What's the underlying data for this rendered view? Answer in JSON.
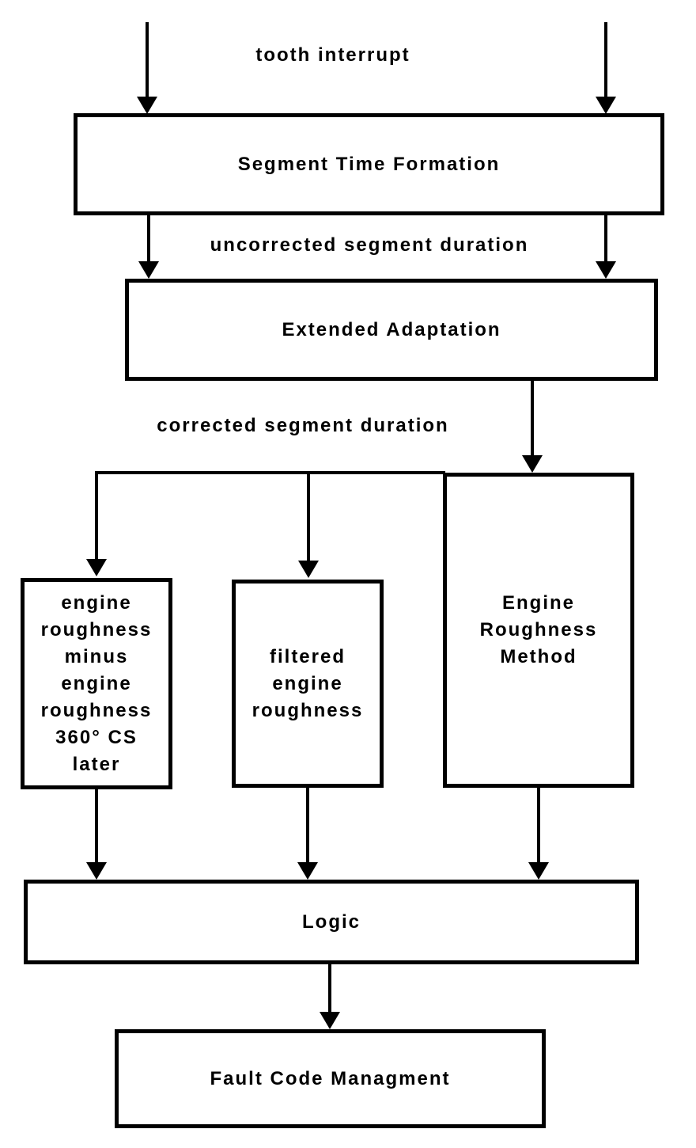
{
  "diagram": {
    "labels": {
      "tooth_interrupt": "tooth interrupt",
      "uncorrected_segment_duration": "uncorrected segment duration",
      "corrected_segment_duration": "corrected segment duration"
    },
    "nodes": {
      "segment_time_formation": "Segment Time Formation",
      "extended_adaptation": "Extended Adaptation",
      "engine_roughness_delta": "engine\nroughness\nminus\nengine\nroughness\n360° CS\nlater",
      "filtered_engine_roughness": "filtered\nengine\nroughness",
      "engine_roughness_method": "Engine\nRoughness\nMethod",
      "logic": "Logic",
      "fault_code_management": "Fault Code Managment"
    },
    "colors": {
      "line": "#000000",
      "background": "#ffffff",
      "text": "#000000"
    }
  }
}
